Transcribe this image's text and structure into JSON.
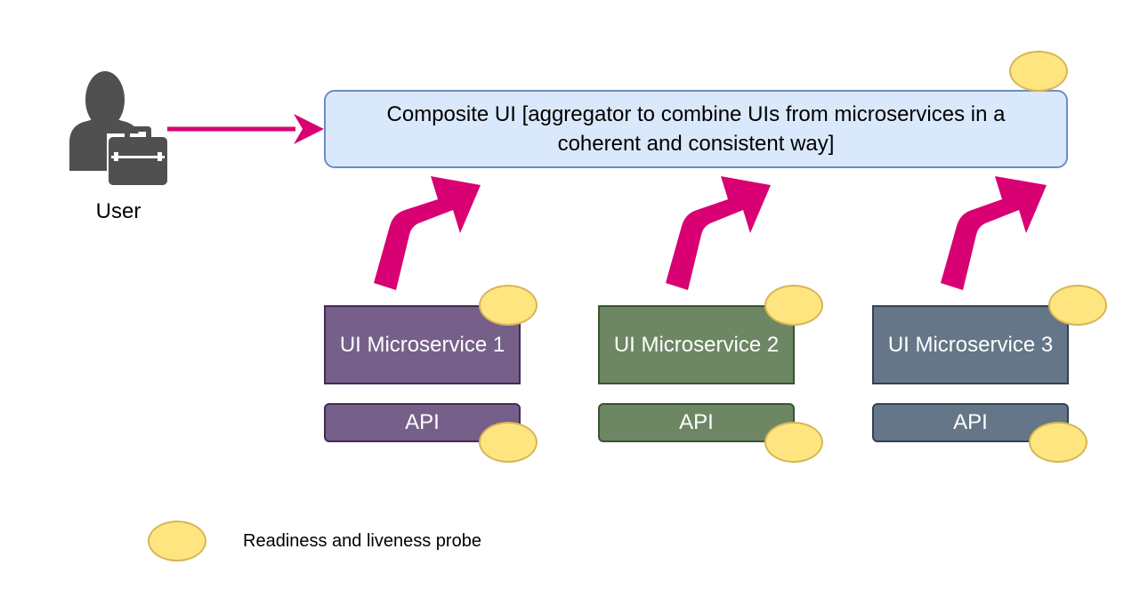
{
  "colors": {
    "arrow": "#d80073",
    "composite_fill": "#dae8fc",
    "composite_stroke": "#6c8ebf",
    "probe_fill": "#ffe57f",
    "probe_stroke": "#d6b656",
    "service_1": "#76608a",
    "service_2": "#6d8764",
    "service_3": "#647687",
    "user_icon": "#505050"
  },
  "user": {
    "label": "User",
    "icon": "user-with-briefcase-icon"
  },
  "composite": {
    "label": "Composite UI [aggregator to combine UIs from microservices in a coherent and consistent way]"
  },
  "services": [
    {
      "label": "UI Microservice 1",
      "api_label": "API"
    },
    {
      "label": "UI Microservice 2",
      "api_label": "API"
    },
    {
      "label": "UI Microservice 3",
      "api_label": "API"
    }
  ],
  "legend": {
    "label": "Readiness and liveness probe"
  }
}
